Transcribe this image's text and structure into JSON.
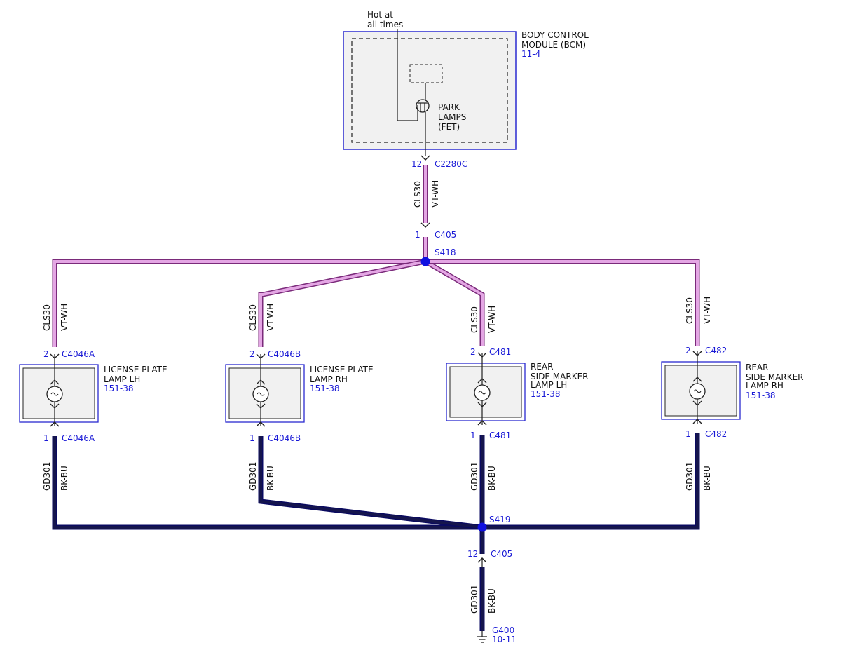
{
  "bcm": {
    "supply_label_line1": "Hot at",
    "supply_label_line2": "all times",
    "name_line1": "BODY CONTROL",
    "name_line2": "MODULE (BCM)",
    "ref": "11-4",
    "driver_line1": "PARK",
    "driver_line2": "LAMPS",
    "driver_line3": "(FET)",
    "pin": "12",
    "connector": "C2280C"
  },
  "feed_wire": {
    "circuit": "CLS30",
    "color": "VT-WH"
  },
  "c405_top": {
    "pin": "1",
    "connector": "C405"
  },
  "splice_top": "S418",
  "splice_bottom": "S419",
  "lamps": [
    {
      "name_line1": "LICENSE PLATE",
      "name_line2": "LAMP LH",
      "name_line3": "",
      "ref": "151-38",
      "pin_top": "2",
      "conn_top": "C4046A",
      "pin_bottom": "1",
      "conn_bottom": "C4046A",
      "feed_circuit": "CLS30",
      "feed_color": "VT-WH",
      "ground_circuit": "GD301",
      "ground_color": "BK-BU"
    },
    {
      "name_line1": "LICENSE PLATE",
      "name_line2": "LAMP RH",
      "name_line3": "",
      "ref": "151-38",
      "pin_top": "2",
      "conn_top": "C4046B",
      "pin_bottom": "1",
      "conn_bottom": "C4046B",
      "feed_circuit": "CLS30",
      "feed_color": "VT-WH",
      "ground_circuit": "GD301",
      "ground_color": "BK-BU"
    },
    {
      "name_line1": "REAR",
      "name_line2": "SIDE MARKER",
      "name_line3": "LAMP LH",
      "ref": "151-38",
      "pin_top": "2",
      "conn_top": "C481",
      "pin_bottom": "1",
      "conn_bottom": "C481",
      "feed_circuit": "CLS30",
      "feed_color": "VT-WH",
      "ground_circuit": "GD301",
      "ground_color": "BK-BU"
    },
    {
      "name_line1": "REAR",
      "name_line2": "SIDE MARKER",
      "name_line3": "LAMP RH",
      "ref": "151-38",
      "pin_top": "2",
      "conn_top": "C482",
      "pin_bottom": "1",
      "conn_bottom": "C482",
      "feed_circuit": "CLS30",
      "feed_color": "VT-WH",
      "ground_circuit": "GD301",
      "ground_color": "BK-BU"
    }
  ],
  "c405_bottom": {
    "pin": "12",
    "connector": "C405"
  },
  "ground_wire": {
    "circuit": "GD301",
    "color": "BK-BU"
  },
  "ground": {
    "name": "G400",
    "ref": "10-11"
  },
  "colors": {
    "vt_wh_wire": "#e4a6e4",
    "vt_wh_outline": "#7a2a7a",
    "bk_bu_wire": "#15154d",
    "bk_bu_outline": "#0a0a60",
    "component_fill": "#f1f1f1",
    "component_border": "#2a2ad0",
    "splice": "#1010e0",
    "ref_text": "#1a1ad6"
  }
}
